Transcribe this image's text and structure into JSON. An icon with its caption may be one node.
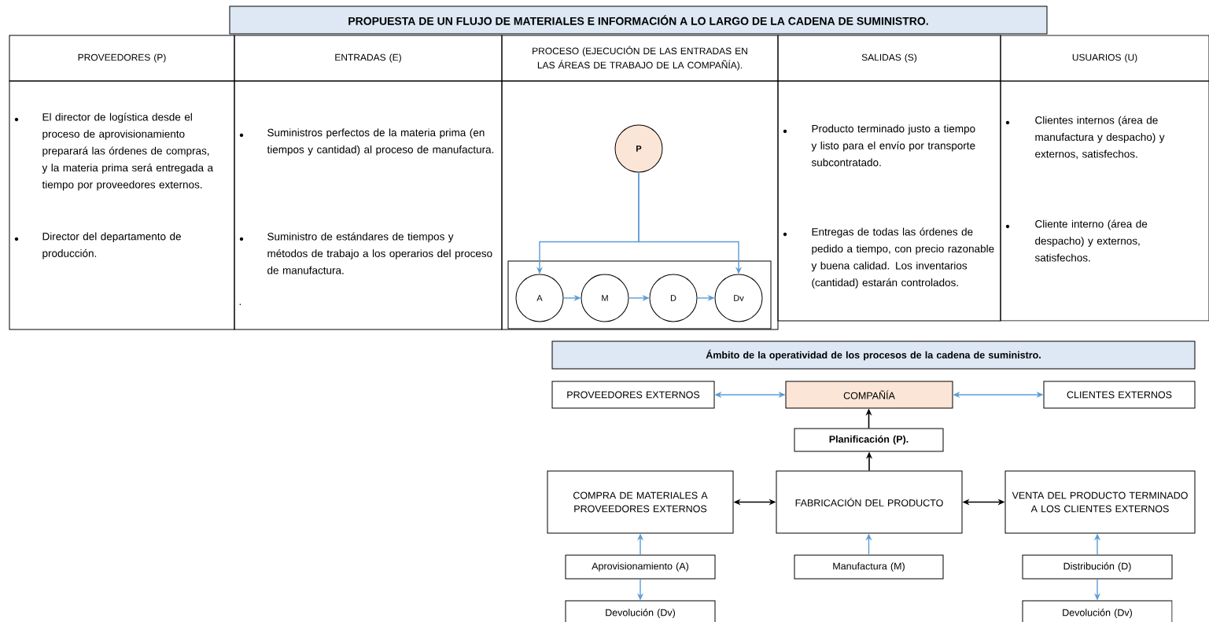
{
  "diagram": {
    "title": "PROPUESTA DE UN FLUJO DE MATERIALES E INFORMACIÓN A LO LARGO DE LA CADENA DE SUMINISTRO.",
    "nodes": [
      {
        "text": [
          "PROVEEDORES (P)"
        ]
      },
      {
        "text": [
          "ENTRADAS (E)"
        ]
      },
      {
        "text": [
          "PROCESO (EJECUCIÓN DE LAS ENTRADAS EN LAS ÁREAS DE TRABAJO DE LA COMPAÑÍA)."
        ]
      },
      {
        "text": [
          "SALIDAS (S)"
        ]
      },
      {
        "text": [
          "USUARIOS (U)"
        ]
      },
      {
        "text": [
          "El director de logística desde el proceso de aprovisionamiento preparará las órdenes de compras, y la materia prima será entregada a tiempo por proveedores externos.",
          "Director del departamento de producción."
        ]
      },
      {
        "text": [
          "Suministros perfectos de la materia prima (en tiempos y cantidad) al proceso de manufactura.",
          "Suministro de estándares de tiempos y métodos de trabajo a los operarios del proceso de manufactura.",
          "."
        ]
      },
      {
        "text": [],
        "shape": "box"
      },
      {
        "text": [
          "P"
        ],
        "in": 7
      },
      {
        "text": [],
        "shape": "box",
        "in": 7
      },
      {
        "text": [
          "A"
        ],
        "in": 9
      },
      {
        "text": [
          "M"
        ],
        "in": 9
      },
      {
        "text": [
          "D"
        ],
        "in": 9
      },
      {
        "text": [
          "Dv"
        ],
        "in": 9
      },
      {
        "text": [
          "Producto terminado justo a tiempo y listo para el envío por transporte subcontratado.",
          "Entregas de todas las órdenes de pedido a tiempo, con precio razonable y buena calidad. Los inventarios (cantidad) estarán controlados."
        ]
      },
      {
        "text": [
          "Clientes internos (área de manufactura y despacho) y externos, satisfechos.",
          "Cliente interno (área de despacho) y externos, satisfechos."
        ]
      },
      {
        "text": [
          "Ámbito de la operatividad de los procesos de la cadena de suministro."
        ]
      },
      {
        "text": [
          "PROVEEDORES EXTERNOS"
        ]
      },
      {
        "text": [
          "COMPAÑÍA"
        ]
      },
      {
        "text": [
          "CLIENTES EXTERNOS"
        ]
      },
      {
        "text": [
          "Planificación (P)."
        ]
      },
      {
        "text": [
          "COMPRA DE MATERIALES A PROVEEDORES EXTERNOS"
        ]
      },
      {
        "text": [
          "FABRICACIÓN DEL PRODUCTO"
        ]
      },
      {
        "text": [
          "VENTA DEL PRODUCTO TERMINADO A LOS CLIENTES EXTERNOS"
        ]
      },
      {
        "text": [
          "Aprovisionamiento (A)"
        ]
      },
      {
        "text": [
          "Manufactura (M)"
        ]
      },
      {
        "text": [
          "Distribución (D)"
        ]
      },
      {
        "text": [
          "Devolución (Dv)"
        ]
      },
      {
        "text": [
          "Devolución (Dv)"
        ]
      }
    ],
    "edges": [
      {
        "from": 8,
        "to": 10,
        "arrow": "to"
      },
      {
        "from": 8,
        "to": 13,
        "arrow": "to"
      },
      {
        "from": 10,
        "to": 11,
        "arrow": "to"
      },
      {
        "from": 11,
        "to": 12,
        "arrow": "to"
      },
      {
        "from": 12,
        "to": 13,
        "arrow": "to"
      },
      {
        "from": 17,
        "to": 18,
        "arrow": "both"
      },
      {
        "from": 18,
        "to": 19,
        "arrow": "both"
      },
      {
        "from": 20,
        "to": 18,
        "arrow": "to",
        "color": "#000000"
      },
      {
        "from": 22,
        "to": 20,
        "arrow": "to",
        "color": "#000000"
      },
      {
        "from": 21,
        "to": 22,
        "arrow": "both",
        "color": "#000000"
      },
      {
        "from": 22,
        "to": 23,
        "arrow": "both",
        "color": "#000000"
      },
      {
        "from": 24,
        "to": 21,
        "arrow": "to"
      },
      {
        "from": 24,
        "to": 27,
        "arrow": "to"
      },
      {
        "from": 25,
        "to": 22,
        "arrow": "to"
      },
      {
        "from": 26,
        "to": 23,
        "arrow": "to"
      },
      {
        "from": 26,
        "to": 28,
        "arrow": "to"
      }
    ]
  }
}
